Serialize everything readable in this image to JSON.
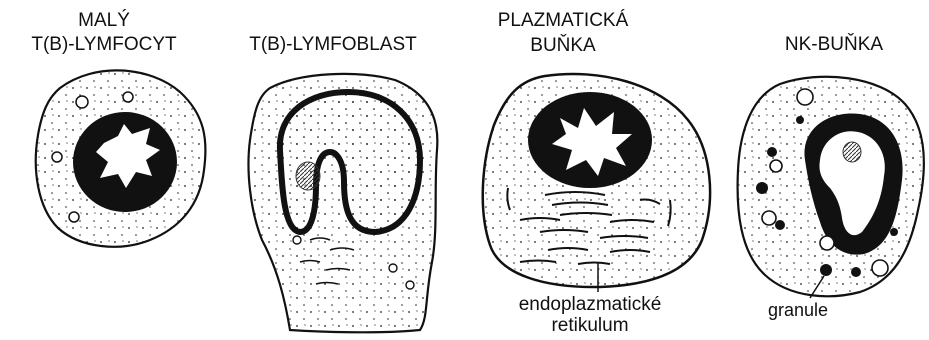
{
  "cells": [
    {
      "title_lines": [
        "MALÝ",
        "T(B)-LYMFOCYT"
      ]
    },
    {
      "title_lines": [
        "T(B)-LYMFOBLAST"
      ]
    },
    {
      "title_lines": [
        "PLAZMATICKÁ",
        "BUŇKA"
      ]
    },
    {
      "title_lines": [
        "NK-BUŇKA"
      ]
    }
  ],
  "annotations": {
    "er_line1": "endoplazmatické",
    "er_line2": "retikulum",
    "granule": "granule"
  }
}
